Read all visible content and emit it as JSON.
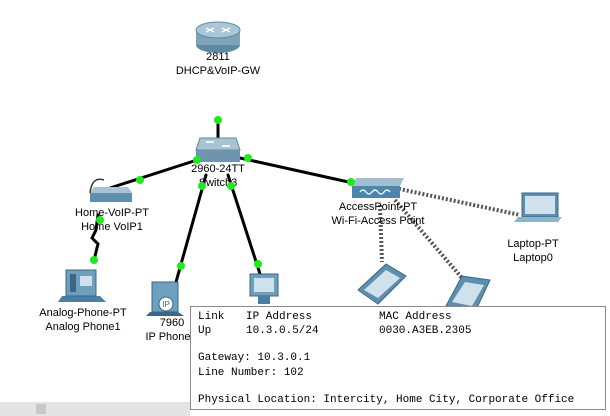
{
  "devices": {
    "router": {
      "model": "2811",
      "name": "DHCP&VoIP-GW"
    },
    "switch": {
      "model": "2960-24TT",
      "name": "Switch3"
    },
    "home_voip": {
      "model": "Home-VoIP-PT",
      "name": "Home VoIP1"
    },
    "access_point": {
      "model": "AccessPoint-PT",
      "name": "Wi-Fi-Access Point"
    },
    "laptop": {
      "model": "Laptop-PT",
      "name": "Laptop0"
    },
    "analog_phone": {
      "model": "Analog-Phone-PT",
      "name": "Analog Phone1"
    },
    "ip_phone": {
      "model": "7960",
      "name": "IP Phone",
      "icon_text": "IP"
    }
  },
  "tooltip": {
    "headers": {
      "link": "Link",
      "ip": "IP Address",
      "mac": "MAC Address"
    },
    "row": {
      "link": "Up",
      "ip": "10.3.0.5/24",
      "mac": "0030.A3EB.2305"
    },
    "gateway": "Gateway: 10.3.0.1",
    "line_number": "Line Number: 102",
    "physical_location": "Physical Location: Intercity, Home City, Corporate Office"
  },
  "colors": {
    "link_light": "#1ee81e",
    "router_body": "#7fa3b8",
    "switch_body": "#6e95ad",
    "device_blue": "#2f6f9e",
    "tooltip_border": "#8a8a8a"
  }
}
